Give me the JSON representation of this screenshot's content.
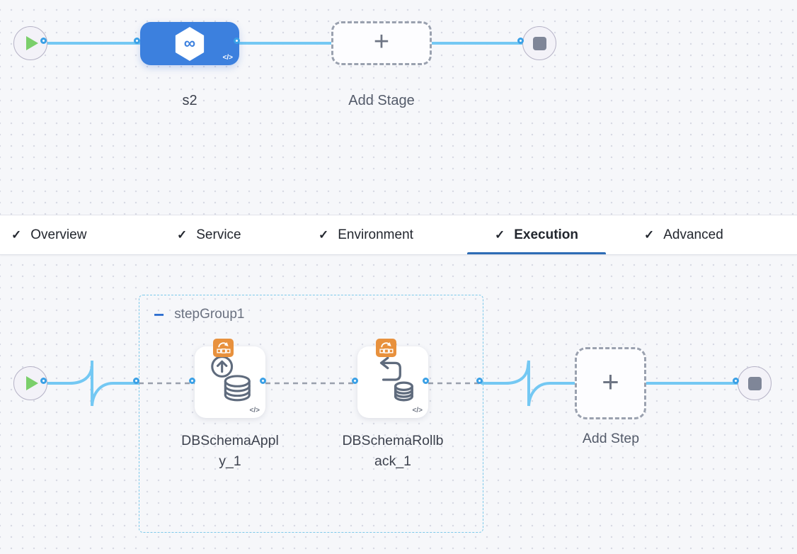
{
  "icons": {
    "check": "✓",
    "plus": "+",
    "code": "</>",
    "collapse_minus": "−",
    "infinity": "∞"
  },
  "stage_canvas": {
    "stage_label": "s2",
    "add_stage_label": "Add Stage"
  },
  "tab_bar": {
    "active_tab": "Execution",
    "tabs": [
      {
        "label": "Overview",
        "checked": true
      },
      {
        "label": "Service",
        "checked": true
      },
      {
        "label": "Environment",
        "checked": true
      },
      {
        "label": "Execution",
        "checked": true
      },
      {
        "label": "Advanced",
        "checked": true
      }
    ]
  },
  "execution_canvas": {
    "step_group_label": "stepGroup1",
    "steps": [
      {
        "name": "DBSchemaApply_1",
        "line1": "DBSchemaAppl",
        "line2": "y_1"
      },
      {
        "name": "DBSchemaRollback_1",
        "line1": "DBSchemaRollb",
        "line2": "ack_1"
      }
    ],
    "add_step_label": "Add Step"
  },
  "colors": {
    "wire": "#74c8f3",
    "stage_blue": "#3c80de",
    "port_ring": "#3aa0e6",
    "play_green": "#7bcf6b",
    "badge_orange": "#e8913d",
    "tab_underline": "#2d6cb5",
    "group_border": "#7cc9ea",
    "dashed_connector": "#9aa0ad"
  }
}
